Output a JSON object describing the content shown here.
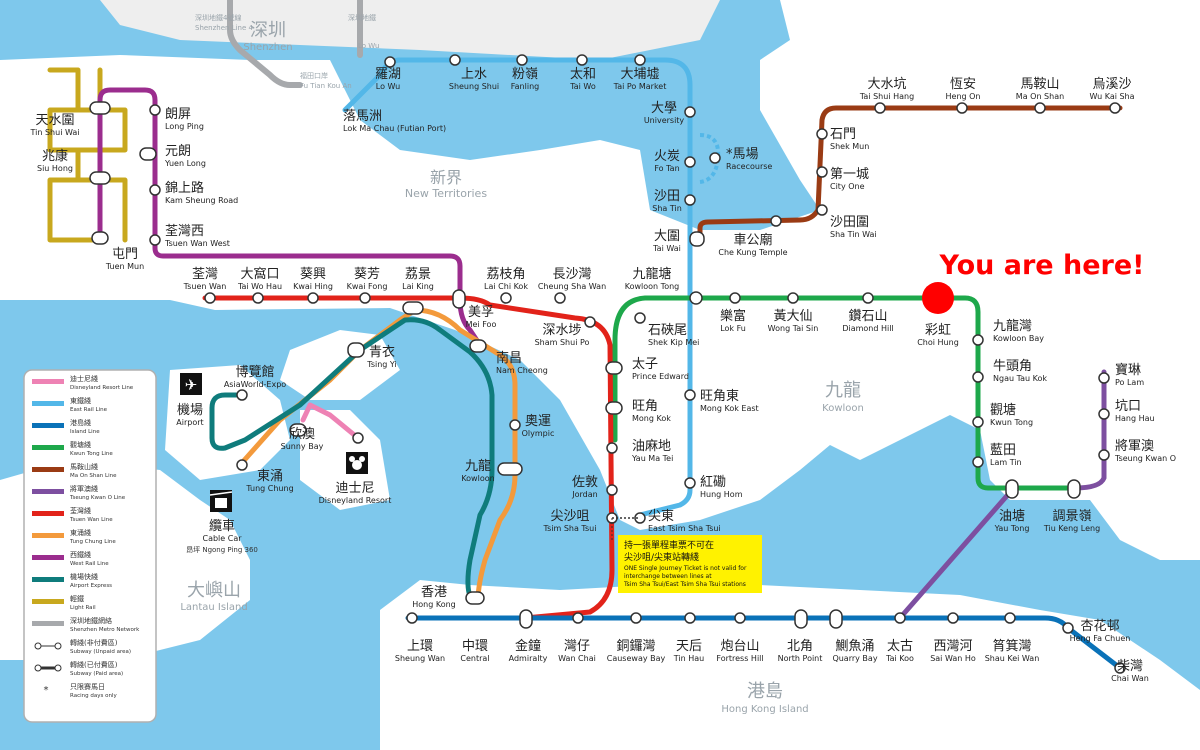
{
  "title": "You are here!",
  "colors": {
    "sea": "#7ec8ec",
    "land": "#ffffff",
    "border": "#cfd6dc",
    "disneyland": "#ee82b4",
    "east_rail": "#53b7e8",
    "island": "#0a72b8",
    "kwun_tong": "#1ea84b",
    "ma_on_shan": "#9a3b14",
    "tseung_kwan_o": "#7d4fa0",
    "tsuen_wan": "#e2231a",
    "tung_chung": "#f39a3c",
    "west_rail": "#9b2d8e",
    "airport_express": "#0f7c7c",
    "light_rail": "#c8a81e",
    "shenzhen": "#a7a9ac",
    "marker": "#ff0000"
  },
  "regions": [
    {
      "zh": "深圳",
      "en": "Shenzhen"
    },
    {
      "zh": "新界",
      "en": "New Territories"
    },
    {
      "zh": "九龍",
      "en": "Kowloon"
    },
    {
      "zh": "港島",
      "en": "Hong Kong Island"
    },
    {
      "zh": "大嶼山",
      "en": "Lantau Island"
    }
  ],
  "shenzhen_notes": [
    {
      "zh": "深圳地鐵4號線",
      "en": "Shenzhen Line 4"
    },
    {
      "zh": "深圳地鐵",
      "en": "Lo Wu"
    },
    {
      "zh": "福田口岸",
      "en": "Fu Tian Kou An"
    }
  ],
  "stations": [
    {
      "zh": "天水圍",
      "en": "Tin Shui Wai"
    },
    {
      "zh": "兆康",
      "en": "Siu Hong"
    },
    {
      "zh": "屯門",
      "en": "Tuen Mun"
    },
    {
      "zh": "朗屏",
      "en": "Long Ping"
    },
    {
      "zh": "元朗",
      "en": "Yuen Long"
    },
    {
      "zh": "錦上路",
      "en": "Kam Sheung Road"
    },
    {
      "zh": "荃灣西",
      "en": "Tsuen Wan West"
    },
    {
      "zh": "羅湖",
      "en": "Lo Wu"
    },
    {
      "zh": "落馬洲",
      "en": "Lok Ma Chau (Futian Port)"
    },
    {
      "zh": "上水",
      "en": "Sheung Shui"
    },
    {
      "zh": "粉嶺",
      "en": "Fanling"
    },
    {
      "zh": "太和",
      "en": "Tai Wo"
    },
    {
      "zh": "大埔墟",
      "en": "Tai Po Market"
    },
    {
      "zh": "大學",
      "en": "University"
    },
    {
      "zh": "火炭",
      "en": "Fo Tan"
    },
    {
      "zh": "*馬場",
      "en": "Racecourse"
    },
    {
      "zh": "沙田",
      "en": "Sha Tin"
    },
    {
      "zh": "大圍",
      "en": "Tai Wai"
    },
    {
      "zh": "車公廟",
      "en": "Che Kung Temple"
    },
    {
      "zh": "沙田圍",
      "en": "Sha Tin Wai"
    },
    {
      "zh": "第一城",
      "en": "City One"
    },
    {
      "zh": "石門",
      "en": "Shek Mun"
    },
    {
      "zh": "大水坑",
      "en": "Tai Shui Hang"
    },
    {
      "zh": "恆安",
      "en": "Heng On"
    },
    {
      "zh": "馬鞍山",
      "en": "Ma On Shan"
    },
    {
      "zh": "烏溪沙",
      "en": "Wu Kai Sha"
    },
    {
      "zh": "荃灣",
      "en": "Tsuen Wan"
    },
    {
      "zh": "大窩口",
      "en": "Tai Wo Hau"
    },
    {
      "zh": "葵興",
      "en": "Kwai Hing"
    },
    {
      "zh": "葵芳",
      "en": "Kwai Fong"
    },
    {
      "zh": "荔景",
      "en": "Lai King"
    },
    {
      "zh": "荔枝角",
      "en": "Lai Chi Kok"
    },
    {
      "zh": "長沙灣",
      "en": "Cheung Sha Wan"
    },
    {
      "zh": "美孚",
      "en": "Mei Foo"
    },
    {
      "zh": "深水埗",
      "en": "Sham Shui Po"
    },
    {
      "zh": "南昌",
      "en": "Nam Cheong"
    },
    {
      "zh": "九龍塘",
      "en": "Kowloon Tong"
    },
    {
      "zh": "石硤尾",
      "en": "Shek Kip Mei"
    },
    {
      "zh": "樂富",
      "en": "Lok Fu"
    },
    {
      "zh": "黃大仙",
      "en": "Wong Tai Sin"
    },
    {
      "zh": "鑽石山",
      "en": "Diamond Hill"
    },
    {
      "zh": "彩虹",
      "en": "Choi Hung"
    },
    {
      "zh": "九龍灣",
      "en": "Kowloon Bay"
    },
    {
      "zh": "牛頭角",
      "en": "Ngau Tau Kok"
    },
    {
      "zh": "觀塘",
      "en": "Kwun Tong"
    },
    {
      "zh": "藍田",
      "en": "Lam Tin"
    },
    {
      "zh": "油塘",
      "en": "Yau Tong"
    },
    {
      "zh": "調景嶺",
      "en": "Tiu Keng Leng"
    },
    {
      "zh": "寶琳",
      "en": "Po Lam"
    },
    {
      "zh": "坑口",
      "en": "Hang Hau"
    },
    {
      "zh": "將軍澳",
      "en": "Tseung Kwan O"
    },
    {
      "zh": "太子",
      "en": "Prince Edward"
    },
    {
      "zh": "旺角",
      "en": "Mong Kok"
    },
    {
      "zh": "旺角東",
      "en": "Mong Kok East"
    },
    {
      "zh": "油麻地",
      "en": "Yau Ma Tei"
    },
    {
      "zh": "紅磡",
      "en": "Hung Hom"
    },
    {
      "zh": "佐敦",
      "en": "Jordan"
    },
    {
      "zh": "尖沙咀",
      "en": "Tsim Sha Tsui"
    },
    {
      "zh": "尖東",
      "en": "East Tsim Sha Tsui"
    },
    {
      "zh": "青衣",
      "en": "Tsing Yi"
    },
    {
      "zh": "奧運",
      "en": "Olympic"
    },
    {
      "zh": "九龍",
      "en": "Kowloon"
    },
    {
      "zh": "博覽館",
      "en": "AsiaWorld-Expo"
    },
    {
      "zh": "機場",
      "en": "Airport"
    },
    {
      "zh": "欣澳",
      "en": "Sunny Bay"
    },
    {
      "zh": "東涌",
      "en": "Tung Chung"
    },
    {
      "zh": "迪士尼",
      "en": "Disneyland Resort"
    },
    {
      "zh": "纜車",
      "en": "Cable Car"
    },
    {
      "zh": "香港",
      "en": "Hong Kong"
    },
    {
      "zh": "上環",
      "en": "Sheung Wan"
    },
    {
      "zh": "中環",
      "en": "Central"
    },
    {
      "zh": "金鐘",
      "en": "Admiralty"
    },
    {
      "zh": "灣仔",
      "en": "Wan Chai"
    },
    {
      "zh": "銅鑼灣",
      "en": "Causeway Bay"
    },
    {
      "zh": "天后",
      "en": "Tin Hau"
    },
    {
      "zh": "炮台山",
      "en": "Fortress Hill"
    },
    {
      "zh": "北角",
      "en": "North Point"
    },
    {
      "zh": "鰂魚涌",
      "en": "Quarry Bay"
    },
    {
      "zh": "太古",
      "en": "Tai Koo"
    },
    {
      "zh": "西灣河",
      "en": "Sai Wan Ho"
    },
    {
      "zh": "筲箕灣",
      "en": "Shau Kei Wan"
    },
    {
      "zh": "杏花邨",
      "en": "Heng Fa Chuen"
    },
    {
      "zh": "柴灣",
      "en": "Chai Wan"
    }
  ],
  "cable_car_note": "昂坪 Ngong Ping 360",
  "notice": {
    "zh_line1": "持一張單程車票不可在",
    "zh_line2": "尖沙咀/尖東站轉綫",
    "en_line1": "ONE Single Journey Ticket is not valid for",
    "en_line2": "interchange between lines at",
    "en_line3": "Tsim Sha Tsui/East Tsim Sha Tsui stations"
  },
  "legend": [
    {
      "zh": "迪士尼綫",
      "en": "Disneyland Resort Line",
      "color": "#ee82b4"
    },
    {
      "zh": "東鐵綫",
      "en": "East Rail Line",
      "color": "#53b7e8"
    },
    {
      "zh": "港島綫",
      "en": "Island Line",
      "color": "#0a72b8"
    },
    {
      "zh": "觀塘綫",
      "en": "Kwun Tong Line",
      "color": "#1ea84b"
    },
    {
      "zh": "馬鞍山綫",
      "en": "Ma On Shan Line",
      "color": "#9a3b14"
    },
    {
      "zh": "將軍澳綫",
      "en": "Tseung Kwan O Line",
      "color": "#7d4fa0"
    },
    {
      "zh": "荃灣綫",
      "en": "Tsuen Wan Line",
      "color": "#e2231a"
    },
    {
      "zh": "東涌綫",
      "en": "Tung Chung Line",
      "color": "#f39a3c"
    },
    {
      "zh": "西鐵綫",
      "en": "West Rail Line",
      "color": "#9b2d8e"
    },
    {
      "zh": "機場快綫",
      "en": "Airport Express",
      "color": "#0f7c7c"
    },
    {
      "zh": "輕鐵",
      "en": "Light Rail",
      "color": "#c8a81e"
    },
    {
      "zh": "深圳地鐵網絡",
      "en": "Shenzhen Metro Network",
      "color": "#a7a9ac"
    },
    {
      "zh": "轉綫(非付費區)",
      "en": "Subway (Unpaid area)",
      "color": "#333333"
    },
    {
      "zh": "轉綫(已付費區)",
      "en": "Subway (Paid area)",
      "color": "#333333"
    },
    {
      "zh": "只限賽馬日",
      "en": "Racing days only",
      "color": "#333333"
    }
  ]
}
